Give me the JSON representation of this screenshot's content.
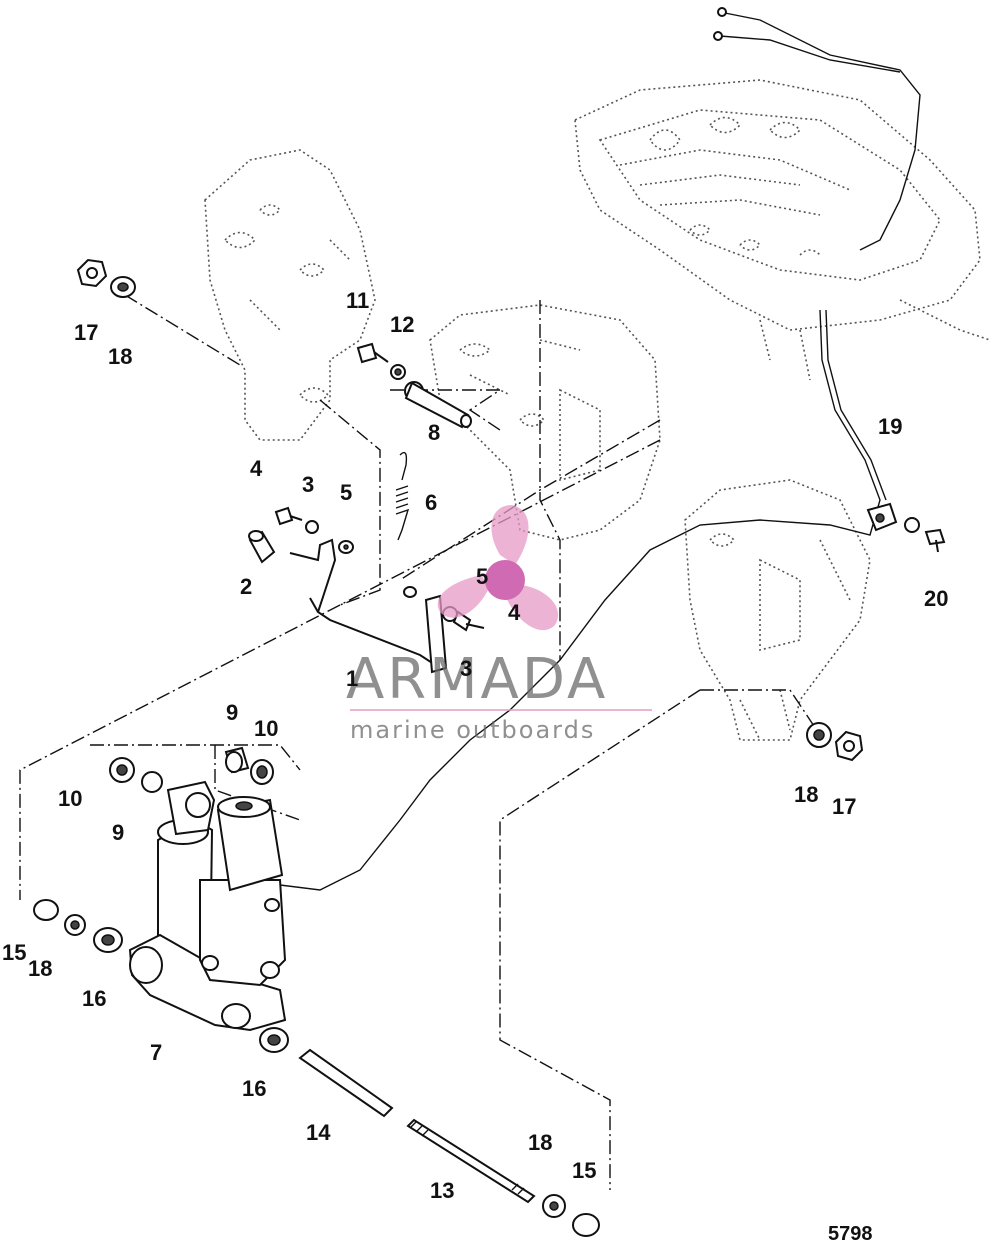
{
  "figure_number": "5798",
  "watermark": {
    "brand": "ARMADA",
    "tagline": "marine outboards",
    "colors": {
      "propeller": "#e79ac6",
      "hub": "#c0399a",
      "text": "#6b6b6b",
      "rule": "#e79ac6"
    }
  },
  "callouts": [
    {
      "id": "c17a",
      "text": "17"
    },
    {
      "id": "c18a",
      "text": "18"
    },
    {
      "id": "c11",
      "text": "11"
    },
    {
      "id": "c12",
      "text": "12"
    },
    {
      "id": "c8",
      "text": "8"
    },
    {
      "id": "c4a",
      "text": "4"
    },
    {
      "id": "c3a",
      "text": "3"
    },
    {
      "id": "c5a",
      "text": "5"
    },
    {
      "id": "c6",
      "text": "6"
    },
    {
      "id": "c2",
      "text": "2"
    },
    {
      "id": "c5b",
      "text": "5"
    },
    {
      "id": "c4b",
      "text": "4"
    },
    {
      "id": "c3b",
      "text": "3"
    },
    {
      "id": "c1",
      "text": "1"
    },
    {
      "id": "c19",
      "text": "19"
    },
    {
      "id": "c20",
      "text": "20"
    },
    {
      "id": "c9a",
      "text": "9"
    },
    {
      "id": "c10a",
      "text": "10"
    },
    {
      "id": "c10b",
      "text": "10"
    },
    {
      "id": "c9b",
      "text": "9"
    },
    {
      "id": "c18b",
      "text": "18"
    },
    {
      "id": "c17b",
      "text": "17"
    },
    {
      "id": "c15a",
      "text": "15"
    },
    {
      "id": "c18c",
      "text": "18"
    },
    {
      "id": "c16a",
      "text": "16"
    },
    {
      "id": "c7",
      "text": "7"
    },
    {
      "id": "c16b",
      "text": "16"
    },
    {
      "id": "c14",
      "text": "14"
    },
    {
      "id": "c13",
      "text": "13"
    },
    {
      "id": "c18d",
      "text": "18"
    },
    {
      "id": "c15b",
      "text": "15"
    }
  ]
}
